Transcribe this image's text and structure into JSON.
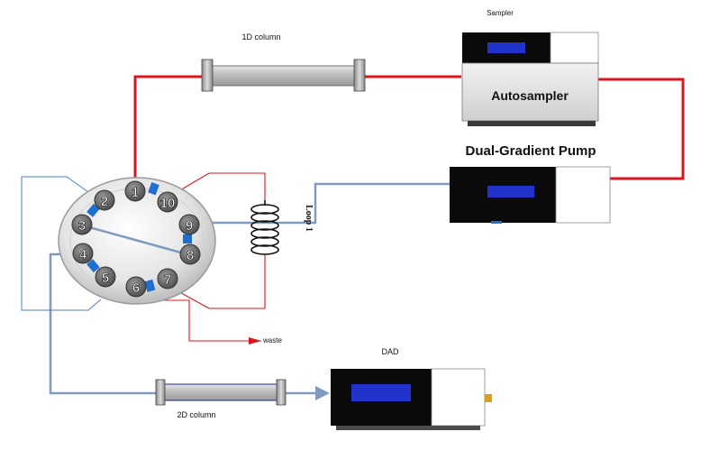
{
  "labels": {
    "column_1d": "1D column",
    "column_2d": "2D column",
    "sampler": "Sampler",
    "autosampler": "Autosampler",
    "pump": "Dual-Gradient Pump",
    "dad": "DAD",
    "waste": "waste",
    "loop": "Loop 1"
  },
  "valve_ports": [
    "1",
    "2",
    "3",
    "4",
    "5",
    "6",
    "7",
    "8",
    "9",
    "10"
  ],
  "colors": {
    "red_line": "#e0141e",
    "blue_line": "#7f9bbf",
    "screen_blue": "#2233cc",
    "port_blue": "#1e6fd0",
    "device_black": "#0a0a0a"
  }
}
